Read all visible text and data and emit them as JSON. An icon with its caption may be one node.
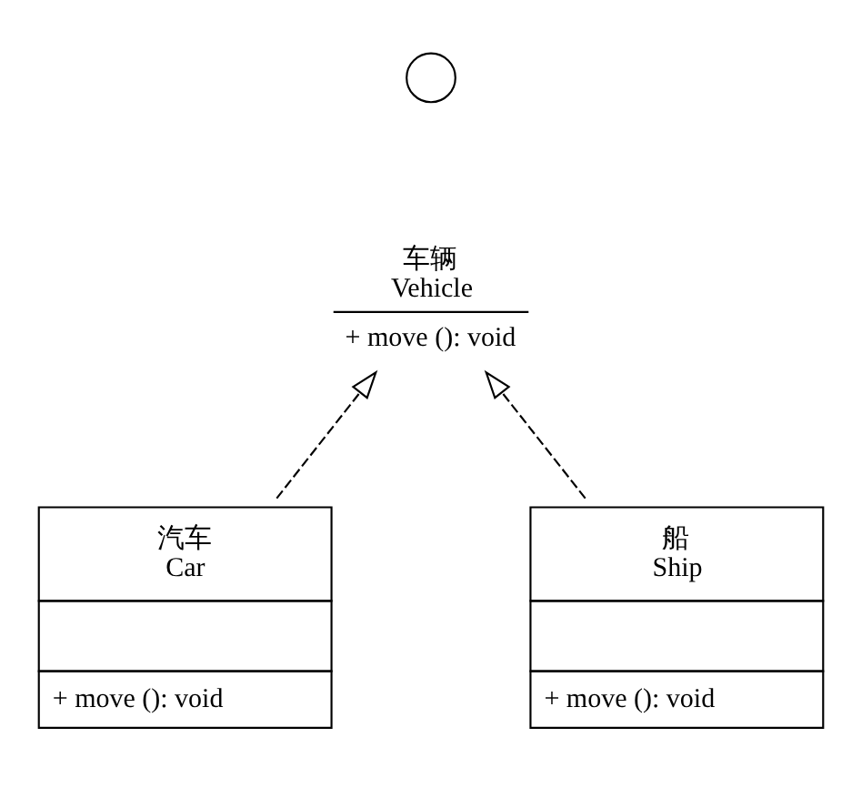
{
  "diagram": {
    "nodes": [
      {
        "text": [],
        "shape": "circle"
      },
      {
        "text": [
          "车辆 Vehicle",
          "+ move (): void"
        ]
      },
      {
        "text": [
          "汽车 Car",
          "+ move (): void"
        ]
      },
      {
        "text": [
          "船 Ship",
          "+ move (): void"
        ]
      }
    ],
    "edges": [
      {
        "from": 2,
        "to": 1,
        "arrow": "to",
        "style": "dashed"
      },
      {
        "from": 3,
        "to": 1,
        "arrow": "to",
        "style": "dashed"
      }
    ]
  }
}
